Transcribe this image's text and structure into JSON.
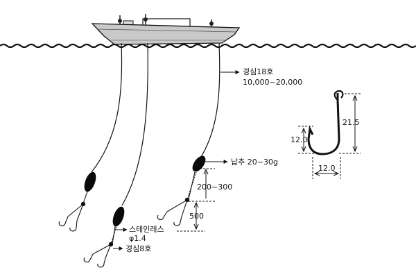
{
  "labels": {
    "main_line_name": "경심18호",
    "main_line_strength": "10,000~20,000",
    "sinker": "납추 20~30g",
    "branch_length": "200~300",
    "leader_length": "500",
    "wire_name": "스테인레스",
    "wire_diameter": "φ1.4",
    "hook_line": "경심8호",
    "hook_height": "21.5",
    "hook_gap": "12.0",
    "hook_width": "12.0"
  },
  "colors": {
    "ink": "#111111",
    "boat_hull": "#c9c9c9",
    "boat_shadow": "#8a8a8a",
    "sinker": "#0a0a0a"
  }
}
